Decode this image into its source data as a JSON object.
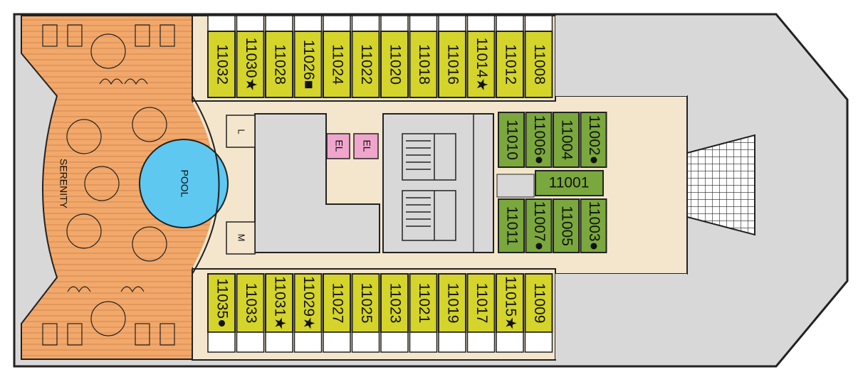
{
  "areas": {
    "pool": "POOL",
    "serenity": "SERENITY",
    "elevator_1": "EL",
    "elevator_2": "EL",
    "ladies_room": "L",
    "mens_room": "M"
  },
  "cabins_top": [
    {
      "number": "11032",
      "marker": ""
    },
    {
      "number": "11030",
      "marker": "★"
    },
    {
      "number": "11028",
      "marker": ""
    },
    {
      "number": "11026",
      "marker": "■"
    },
    {
      "number": "11024",
      "marker": ""
    },
    {
      "number": "11022",
      "marker": ""
    },
    {
      "number": "11020",
      "marker": ""
    },
    {
      "number": "11018",
      "marker": ""
    },
    {
      "number": "11016",
      "marker": ""
    },
    {
      "number": "11014",
      "marker": "★"
    },
    {
      "number": "11012",
      "marker": ""
    },
    {
      "number": "11008",
      "marker": ""
    }
  ],
  "cabins_bottom": [
    {
      "number": "11035",
      "marker": "●"
    },
    {
      "number": "11033",
      "marker": ""
    },
    {
      "number": "11031",
      "marker": "★"
    },
    {
      "number": "11029",
      "marker": "★"
    },
    {
      "number": "11027",
      "marker": ""
    },
    {
      "number": "11025",
      "marker": ""
    },
    {
      "number": "11023",
      "marker": ""
    },
    {
      "number": "11021",
      "marker": ""
    },
    {
      "number": "11019",
      "marker": ""
    },
    {
      "number": "11017",
      "marker": ""
    },
    {
      "number": "11015",
      "marker": "★"
    },
    {
      "number": "11009",
      "marker": ""
    }
  ],
  "suites_top": [
    {
      "number": "11010",
      "marker": ""
    },
    {
      "number": "11006",
      "marker": "●"
    },
    {
      "number": "11004",
      "marker": ""
    },
    {
      "number": "11002",
      "marker": "●"
    }
  ],
  "suites_bottom": [
    {
      "number": "11011",
      "marker": ""
    },
    {
      "number": "11007",
      "marker": "●"
    },
    {
      "number": "11005",
      "marker": ""
    },
    {
      "number": "11003",
      "marker": "●"
    }
  ],
  "suite_center": {
    "number": "11001"
  },
  "colors": {
    "cabin": "#d4d42a",
    "suite": "#7aa83c",
    "deck_wood": "#f2a86a",
    "corridor": "#f3e6cc",
    "grey_area": "#d8d8d8",
    "pool": "#5ec8f0",
    "elevator": "#f0a6cc",
    "outline": "#222222"
  }
}
